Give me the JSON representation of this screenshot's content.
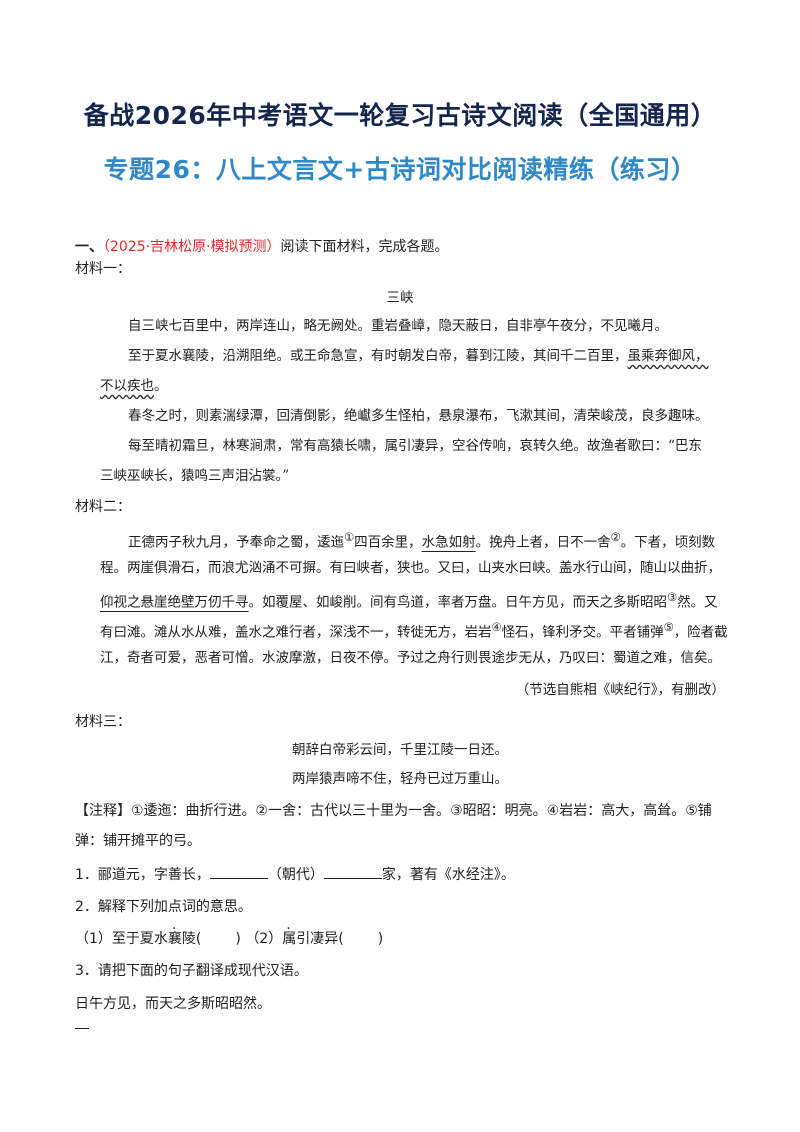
{
  "header": {
    "title_main": "备战2026年中考语文一轮复习古诗文阅读（全国通用）",
    "title_sub": "专题26：八上文言文+古诗词对比阅读精练（练习）"
  },
  "question_one": {
    "number": "一、",
    "source": "（2025·吉林松原·模拟预测）",
    "instruction": "阅读下面材料，完成各题。"
  },
  "material1": {
    "label": "材料一：",
    "title": "三峡",
    "p1": "自三峡七百里中，两岸连山，略无阙处。重岩叠嶂，隐天蔽日，自非亭午夜分，不见曦月。",
    "p2a": "至于夏水襄陵，沿溯阻绝。或王命急宣，有时朝发白帝，暮到江陵，其间千二百里，",
    "p2b": "虽乘奔御风，",
    "p2c": "不以疾也",
    "p2d": "。",
    "p3": "春冬之时，则素湍绿潭，回清倒影，绝巘多生怪柏，悬泉瀑布，飞漱其间，清荣峻茂，良多趣味。",
    "p4a": "每至晴初霜旦，林寒涧肃，常有高猿长啸，属引凄异，空谷传响，哀转久绝。故渔者歌曰：“巴东",
    "p4b": "三峡巫峡长，猿鸣三声泪沾裳。”"
  },
  "material2": {
    "label": "材料二：",
    "l1a": "正德丙子秋九月，予奉命之蜀，逶迤",
    "l1b": "①",
    "l1c": "四百余里，",
    "l1d": "水急如射",
    "l1e": "。挽舟上者，日不一舍",
    "l1f": "②",
    "l1g": "。下者，顷刻数",
    "l2": "程。两崖俱滑石，而浪尤汹涌不可摒。有曰峡者，狭也。又曰，山夹水曰峡。盖水行山间，随山以曲折，",
    "l3a": "仰视之悬崖绝壁万仞千寻",
    "l3b": "。如覆屋、如峻削。间有鸟道，率者万盘。日午方见，而天之多斯昭昭",
    "l3c": "③",
    "l3d": "然。又",
    "l4a": "有曰滩。滩从水从难，盖水之难行者，深浅不一，转徙无方，岩岩",
    "l4b": "④",
    "l4c": "怪石，锋利矛交。平者铺弹",
    "l4d": "⑤",
    "l4e": "，险者截",
    "l5": "江，奇者可爱，恶者可憎。水波摩激，日夜不停。予过之舟行则畏途步无从，乃叹曰：蜀道之难，信矣。",
    "source": "（节选自熊相《峡纪行》，有删改）"
  },
  "material3": {
    "label": "材料三：",
    "line1": "朝辞白帝彩云间，千里江陵一日还。",
    "line2": "两岸猿声啼不住，轻舟已过万重山。"
  },
  "notes": {
    "line1": "【注释】①逶迤：曲折行进。②一舍：古代以三十里为一舍。③昭昭：明亮。④岩岩：高大，高耸。⑤铺",
    "line2": "弹：铺开摊平的弓。"
  },
  "questions": {
    "q1a": "1．郦道元，字善长，",
    "q1b": "（朝代）",
    "q1c": "家，著有《水经注》。",
    "q2": "2．解释下列加点词的意思。",
    "q2_item1_pre": "（1）至于夏水",
    "q2_item1_word": "襄",
    "q2_item1_post": "陵(",
    "q2_item1_close": ")",
    "q2_item2_pre": "（2）",
    "q2_item2_word": "属",
    "q2_item2_post": "引凄异(",
    "q2_item2_close": ")",
    "q3": "3．请把下面的句子翻译成现代汉语。",
    "q3_sentence": "日午方见，而天之多斯昭昭然。"
  }
}
